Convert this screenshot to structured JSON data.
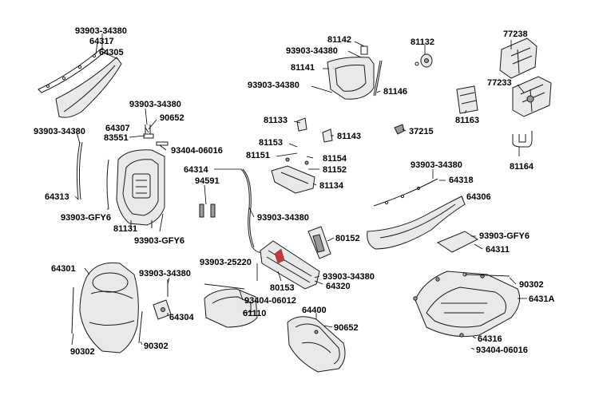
{
  "diagram": {
    "labels": {
      "l_93903_34380_a": "93903-34380",
      "l_64317": "64317",
      "l_64305": "64305",
      "l_93903_34380_b": "93903-34380",
      "l_90652_a": "90652",
      "l_64307": "64307",
      "l_83551": "83551",
      "l_93404_06016_a": "93404-06016",
      "l_93903_34380_c": "93903-34380",
      "l_64313": "64313",
      "l_93903_gfy6_a": "93903-GFY6",
      "l_81131": "81131",
      "l_93903_gfy6_b": "93903-GFY6",
      "l_81142": "81142",
      "l_93903_34380_d": "93903-34380",
      "l_81141": "81141",
      "l_81132": "81132",
      "l_93903_34380_e": "93903-34380",
      "l_81146": "81146",
      "l_77238": "77238",
      "l_77233": "77233",
      "l_81163": "81163",
      "l_81133": "81133",
      "l_81143": "81143",
      "l_37215": "37215",
      "l_81153": "81153",
      "l_81151": "81151",
      "l_81154": "81154",
      "l_81152": "81152",
      "l_81134": "81134",
      "l_81164": "81164",
      "l_64314": "64314",
      "l_94591": "94591",
      "l_93903_34380_f": "93903-34380",
      "l_93903_34380_g": "93903-34380",
      "l_64318": "64318",
      "l_64306": "64306",
      "l_80152": "80152",
      "l_93903_gfy6_c": "93903-GFY6",
      "l_64311": "64311",
      "l_64301": "64301",
      "l_93903_34380_h": "93903-34380",
      "l_93903_25220": "93903-25220",
      "l_93903_34380_i": "93903-34380",
      "l_80153": "80153",
      "l_64320": "64320",
      "l_93404_06012": "93404-06012",
      "l_61110": "61110",
      "l_64304": "64304",
      "l_64400": "64400",
      "l_90652_b": "90652",
      "l_90302_a": "90302",
      "l_90302_b": "90302",
      "l_90302_c": "90302",
      "l_6431a": "6431A",
      "l_64316": "64316",
      "l_93404_06016_b": "93404-06016"
    }
  }
}
